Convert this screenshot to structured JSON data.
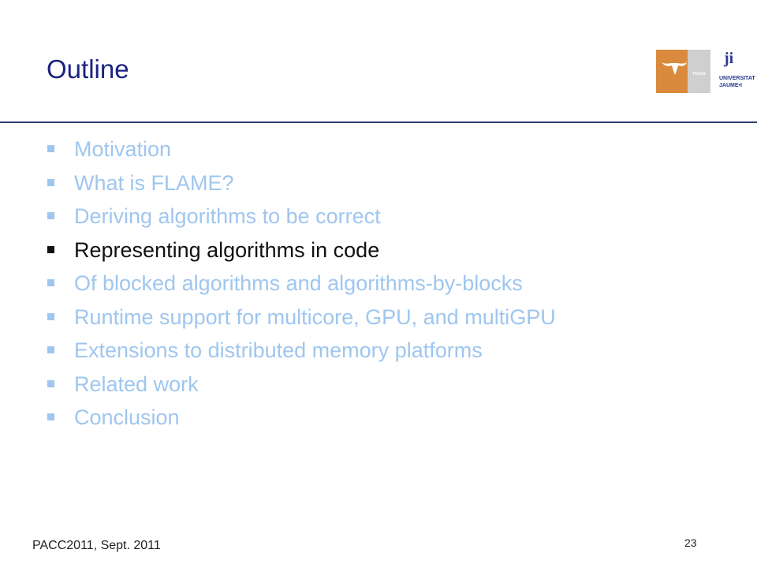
{
  "slide": {
    "title": "Outline",
    "logos": {
      "texas_label": "TEXAS",
      "uji_mark": "ji",
      "uji_line1": "UNIVERSITAT",
      "uji_line2": "JAUME•I"
    },
    "bullets": [
      {
        "label": "Motivation",
        "active": false
      },
      {
        "label": "What is FLAME?",
        "active": false
      },
      {
        "label": "Deriving algorithms to be correct",
        "active": false
      },
      {
        "label": "Representing algorithms in code",
        "active": true
      },
      {
        "label": "Of blocked algorithms and algorithms-by-blocks",
        "active": false
      },
      {
        "label": "Runtime support for multicore, GPU, and multiGPU",
        "active": false
      },
      {
        "label": "Extensions to distributed memory platforms",
        "active": false
      },
      {
        "label": "Related work",
        "active": false
      },
      {
        "label": "Conclusion",
        "active": false
      }
    ],
    "footer": "PACC2011, Sept. 2011",
    "page_number": "23",
    "colors": {
      "title": "#1a237e",
      "inactive_bullet": "#9fc6ef",
      "active_bullet": "#111111",
      "rule": "#2e3f6e"
    }
  }
}
